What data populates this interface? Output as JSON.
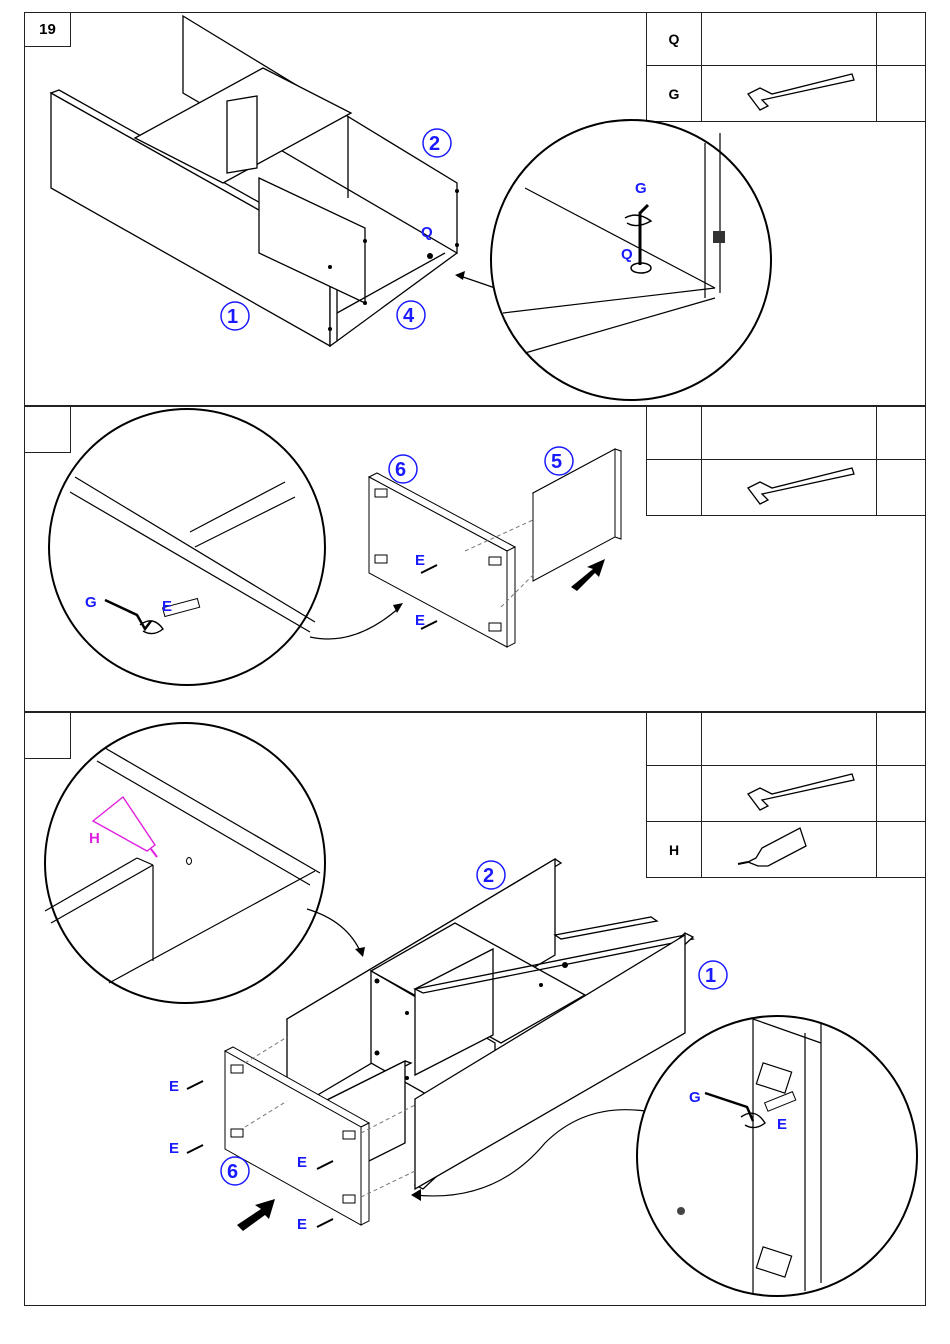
{
  "steps": {
    "p1": "19",
    "p2": "",
    "p3": ""
  },
  "parts_p1": [
    {
      "label": "Q",
      "icon": "cam-lock-icon"
    },
    {
      "label": "G",
      "icon": "allen-key-icon"
    }
  ],
  "parts_p2": [
    {
      "label": "",
      "icon": "blank"
    },
    {
      "label": "",
      "icon": "allen-key-icon"
    }
  ],
  "parts_p3": [
    {
      "label": "",
      "icon": "blank"
    },
    {
      "label": "",
      "icon": "allen-key-icon"
    },
    {
      "label": "H",
      "icon": "glue-tube-icon"
    }
  ],
  "labels": {
    "n1": "1",
    "n2": "2",
    "n4": "4",
    "n5": "5",
    "n6": "6",
    "Q": "Q",
    "G": "G",
    "E": "E",
    "H": "H"
  },
  "colors": {
    "callout": "#1a1aff",
    "glue": "#e020e0",
    "line": "#000000"
  }
}
